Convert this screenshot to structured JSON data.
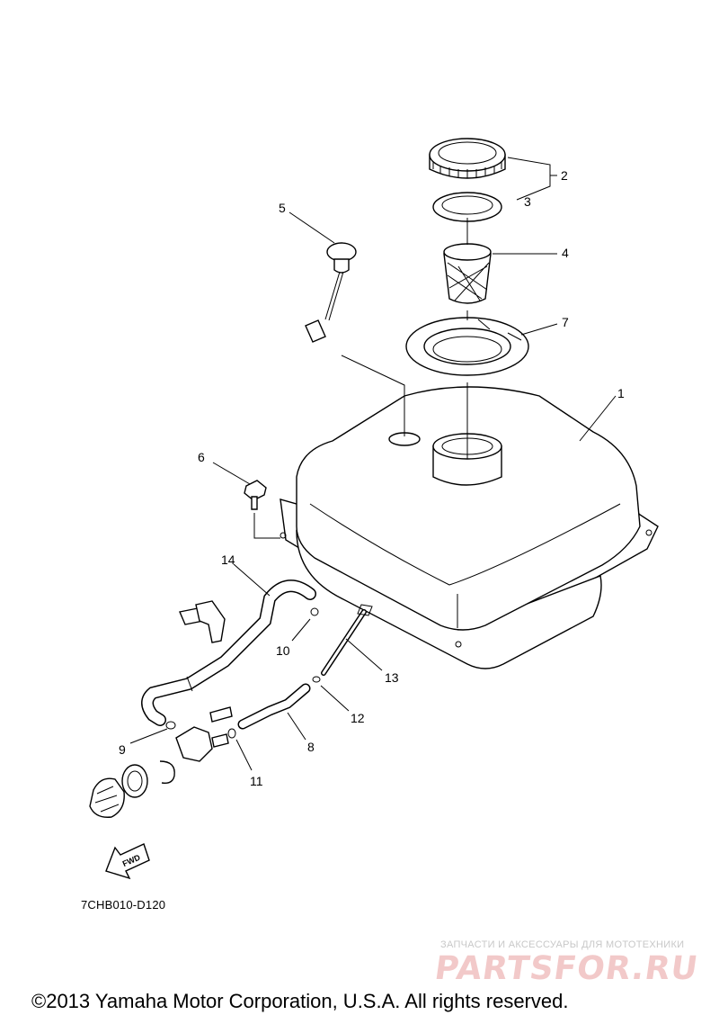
{
  "diagram_code": "7CHB010-D120",
  "copyright": "©2013 Yamaha Motor Corporation, U.S.A. All rights reserved.",
  "fwd_label": "FWD",
  "watermark": {
    "tagline": "ЗАПЧАСТИ И АКСЕССУАРЫ ДЛЯ МОТОТЕХНИКИ",
    "logo_text": "PARTSFOR.RU"
  },
  "callouts": {
    "c1": "1",
    "c2": "2",
    "c3": "3",
    "c4": "4",
    "c5": "5",
    "c6": "6",
    "c7": "7",
    "c8": "8",
    "c9": "9",
    "c10": "10",
    "c11": "11",
    "c12": "12",
    "c13": "13",
    "c14": "14"
  }
}
